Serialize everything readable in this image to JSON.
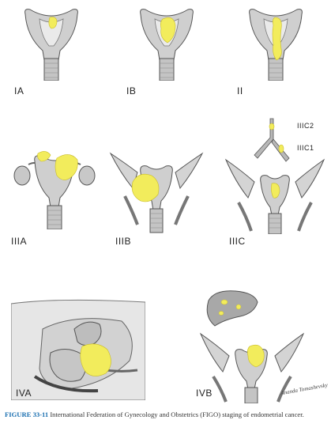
{
  "colors": {
    "tumor": "#f2ec5c",
    "tumor_stroke": "#c9bd2a",
    "organ": "#c8c8c8",
    "organ_dark": "#8d8d8d",
    "outline": "#555555",
    "caption_label": "#1a6fb0"
  },
  "panels": [
    {
      "id": "IA",
      "label": "IA"
    },
    {
      "id": "IB",
      "label": "IB"
    },
    {
      "id": "II",
      "label": "II"
    },
    {
      "id": "IIIA",
      "label": "IIIA"
    },
    {
      "id": "IIIB",
      "label": "IIIB"
    },
    {
      "id": "IIIC",
      "label": "IIIC",
      "sub_labels": [
        "IIIC2",
        "IIIC1"
      ]
    },
    {
      "id": "IVA",
      "label": "IVA"
    },
    {
      "id": "IVB",
      "label": "IVB"
    }
  ],
  "caption": {
    "label": "FIGURE 33-11",
    "text": "International Federation of Gynecology and Obstetrics (FIGO) staging of endometrial cancer."
  },
  "signature": "Ananda Tomashevsky"
}
